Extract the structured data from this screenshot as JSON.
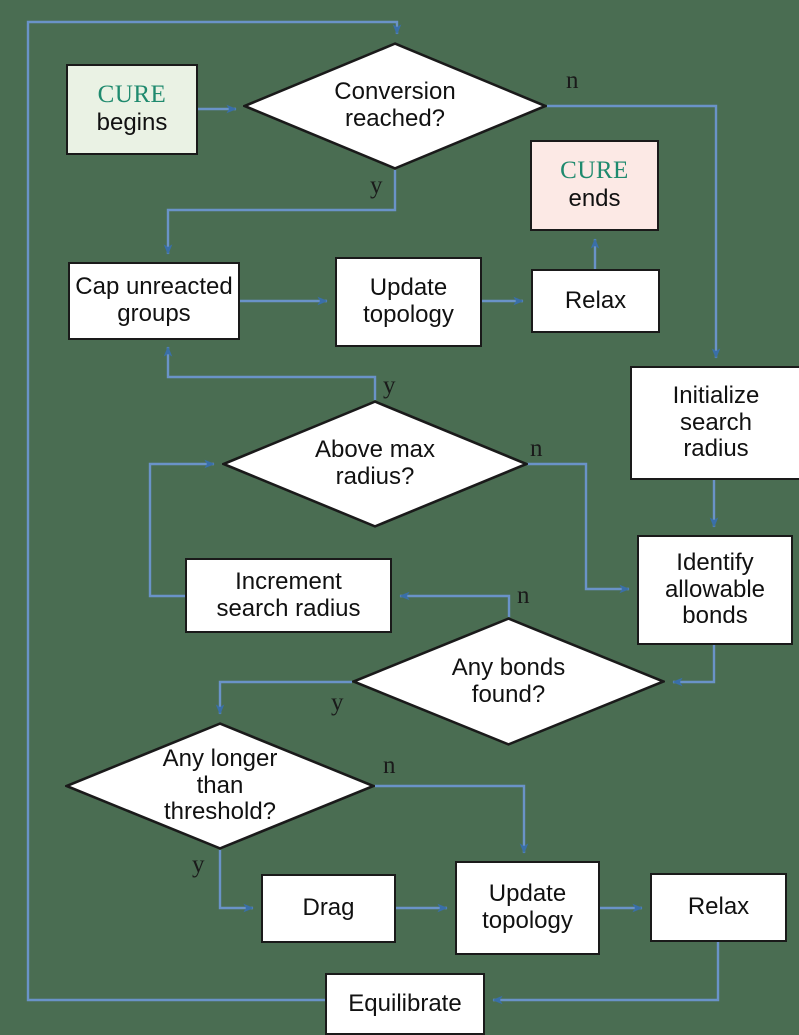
{
  "diagram": {
    "title": "CURE algorithm flowchart",
    "background_color": "#4a6d52",
    "edge_color": "#6a93c8",
    "arrowhead_color": "#3a6fa8",
    "node_border_color": "#1a1a1a",
    "node_fill_color": "#ffffff",
    "start_fill_color": "#eaf2e4",
    "end_fill_color": "#fce9e5",
    "accent_text_color": "#1f8a6e"
  },
  "nodes": {
    "start": {
      "word1": "CURE",
      "word2": "begins"
    },
    "end": {
      "word1": "CURE",
      "word2": "ends"
    },
    "conversion_reached": {
      "line1": "Conversion",
      "line2": "reached?"
    },
    "cap_unreacted": {
      "line1": "Cap unreacted",
      "line2": "groups"
    },
    "update_topology_top": {
      "line1": "Update",
      "line2": "topology"
    },
    "relax_top": {
      "line1": "Relax"
    },
    "initialize_radius": {
      "line1": "Initialize",
      "line2": "search",
      "line3": "radius"
    },
    "above_max_radius": {
      "line1": "Above max",
      "line2": "radius?"
    },
    "identify_bonds": {
      "line1": "Identify",
      "line2": "allowable",
      "line3": "bonds"
    },
    "increment_radius": {
      "line1": "Increment",
      "line2": "search radius"
    },
    "any_bonds_found": {
      "line1": "Any bonds",
      "line2": "found?"
    },
    "any_longer_threshold": {
      "line1": "Any longer",
      "line2": "than",
      "line3": "threshold?"
    },
    "drag": {
      "line1": "Drag"
    },
    "update_topology_bottom": {
      "line1": "Update",
      "line2": "topology"
    },
    "relax_bottom": {
      "line1": "Relax"
    },
    "equilibrate": {
      "line1": "Equilibrate"
    }
  },
  "edge_labels": {
    "conversion_no": "n",
    "conversion_yes": "y",
    "above_max_yes": "y",
    "above_max_no": "n",
    "bonds_found_no": "n",
    "bonds_found_yes": "y",
    "longer_no": "n",
    "longer_yes": "y"
  }
}
